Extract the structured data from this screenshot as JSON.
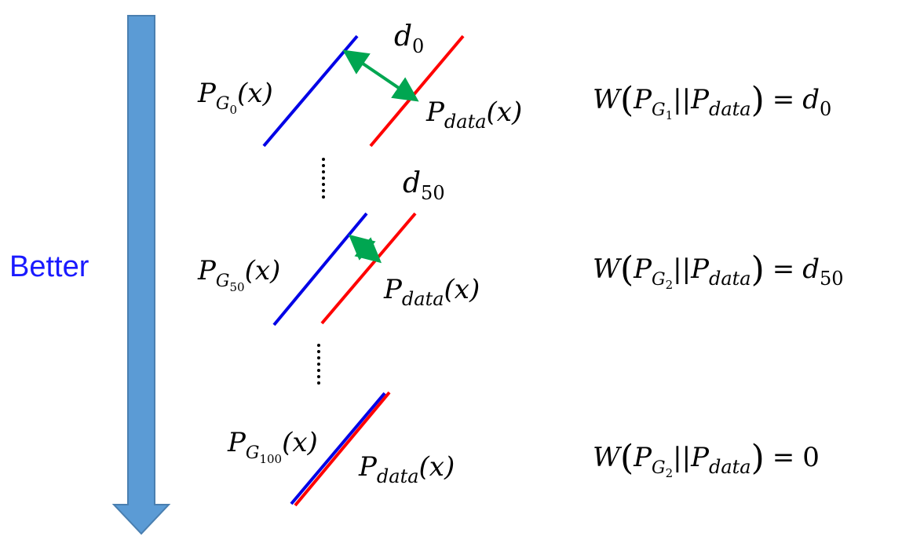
{
  "side_label": "Better",
  "colors": {
    "generator": "#0000e6",
    "data": "#ff0000",
    "distance_arrow": "#00a651",
    "down_arrow": "#5b9bd5",
    "down_arrow_stroke": "#4a7fb0",
    "side_label": "#1a1aff"
  },
  "stages": [
    {
      "gen_symbol": "P",
      "gen_sub": "G",
      "gen_subsub": "0",
      "gen_arg": "(x)",
      "data_symbol": "P",
      "data_sub": "data",
      "data_arg": "(x)",
      "dist_symbol": "d",
      "dist_sub": "0",
      "eq_W": "W",
      "eq_open": "(",
      "eq_P1": "P",
      "eq_G": "G",
      "eq_G_sub": "1",
      "eq_bars": "||",
      "eq_P2": "P",
      "eq_data": "data",
      "eq_close": ")",
      "eq_equals": "=",
      "eq_rhs_symbol": "d",
      "eq_rhs_sub": "0"
    },
    {
      "gen_symbol": "P",
      "gen_sub": "G",
      "gen_subsub": "50",
      "gen_arg": "(x)",
      "data_symbol": "P",
      "data_sub": "data",
      "data_arg": "(x)",
      "dist_symbol": "d",
      "dist_sub": "50",
      "eq_W": "W",
      "eq_open": "(",
      "eq_P1": "P",
      "eq_G": "G",
      "eq_G_sub": "2",
      "eq_bars": "||",
      "eq_P2": "P",
      "eq_data": "data",
      "eq_close": ")",
      "eq_equals": "=",
      "eq_rhs_symbol": "d",
      "eq_rhs_sub": "50"
    },
    {
      "gen_symbol": "P",
      "gen_sub": "G",
      "gen_subsub": "100",
      "gen_arg": "(x)",
      "data_symbol": "P",
      "data_sub": "data",
      "data_arg": "(x)",
      "eq_W": "W",
      "eq_open": "(",
      "eq_P1": "P",
      "eq_G": "G",
      "eq_G_sub": "2",
      "eq_bars": "||",
      "eq_P2": "P",
      "eq_data": "data",
      "eq_close": ")",
      "eq_equals": "=",
      "eq_rhs_value": "0"
    }
  ]
}
